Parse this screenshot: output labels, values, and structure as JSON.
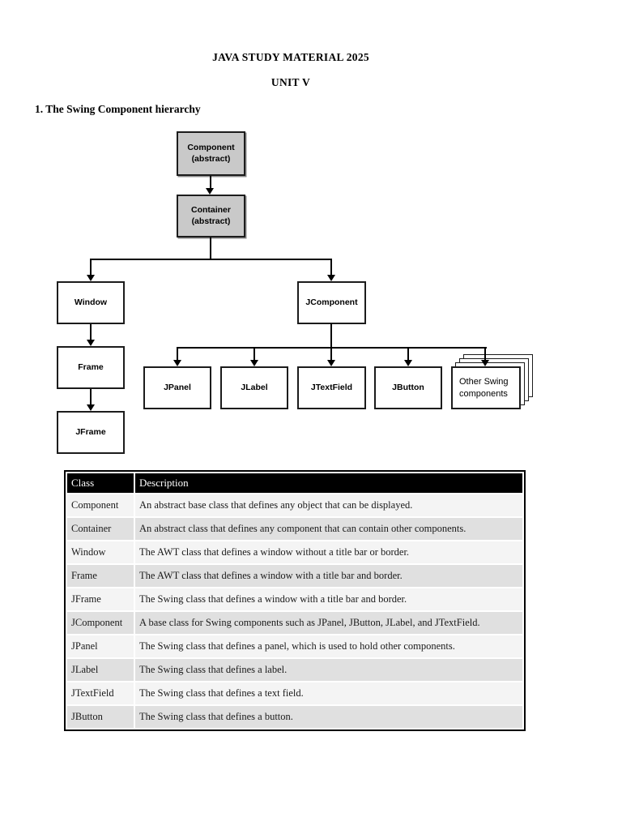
{
  "page": {
    "title": "JAVA STUDY MATERIAL 2025",
    "subtitle": "UNIT V",
    "section_heading": "1. The Swing Component hierarchy"
  },
  "diagram": {
    "nodes": {
      "component": {
        "title": "Component",
        "subtitle": "(abstract)"
      },
      "container": {
        "title": "Container",
        "subtitle": "(abstract)"
      },
      "window": {
        "title": "Window"
      },
      "jcomponent": {
        "title": "JComponent"
      },
      "frame": {
        "title": "Frame"
      },
      "jframe": {
        "title": "JFrame"
      },
      "jpanel": {
        "title": "JPanel"
      },
      "jlabel": {
        "title": "JLabel"
      },
      "jtextfield": {
        "title": "JTextField"
      },
      "jbutton": {
        "title": "JButton"
      },
      "other_swing": {
        "title": "Other Swing",
        "subtitle": "components"
      }
    }
  },
  "table": {
    "headers": [
      "Class",
      "Description"
    ],
    "rows": [
      [
        "Component",
        "An abstract base class that defines any object that can be displayed."
      ],
      [
        "Container",
        "An abstract class that defines any component that can contain other components."
      ],
      [
        "Window",
        "The AWT class that defines a window without a title bar or border."
      ],
      [
        "Frame",
        "The AWT class that defines a window with a title bar and border."
      ],
      [
        "JFrame",
        "The Swing class that defines a window with a title bar and border."
      ],
      [
        "JComponent",
        "A base class for Swing components such as JPanel, JButton, JLabel, and JTextField."
      ],
      [
        "JPanel",
        "The Swing class that defines a panel, which is used to hold other components."
      ],
      [
        "JLabel",
        "The Swing class that defines a label."
      ],
      [
        "JTextField",
        "The Swing class that defines a text field."
      ],
      [
        "JButton",
        "The Swing class that defines a button."
      ]
    ]
  },
  "colors": {
    "header_bg": "#000000",
    "header_text": "#ffffff",
    "row_light": "#f4f4f4",
    "row_dark": "#e0e0e0",
    "abstract_fill": "#c9c9c9",
    "node_fill": "#ffffff",
    "line": "#000000"
  }
}
